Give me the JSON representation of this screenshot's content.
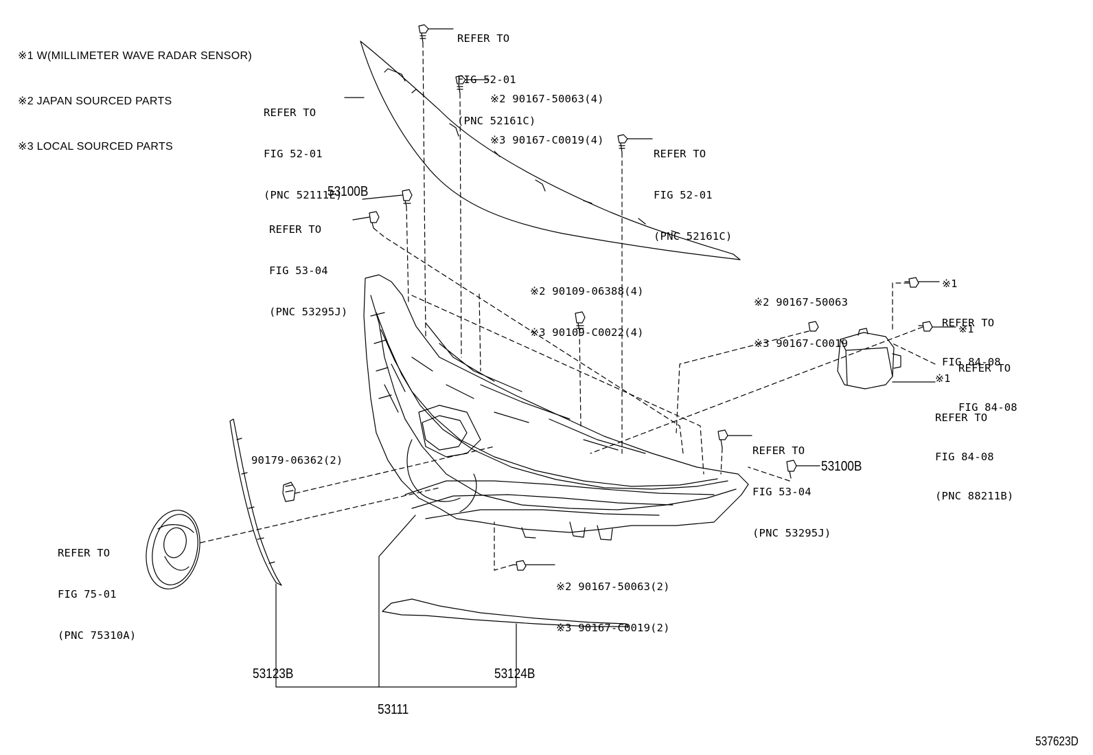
{
  "notes": [
    "※1 W(MILLIMETER WAVE RADAR SENSOR)",
    "※2 JAPAN SOURCED PARTS",
    "※3 LOCAL SOURCED PARTS"
  ],
  "callouts": {
    "ref_top": [
      "REFER TO",
      "FIG 52-01",
      "(PNC 52161C)"
    ],
    "screw_top": [
      "※2 90167-50063(4)",
      "※3 90167-C0019(4)"
    ],
    "ref_left_top": [
      "REFER TO",
      "FIG 52-01",
      "(PNC 52111E)"
    ],
    "ref_right_top": [
      "REFER TO",
      "FIG 52-01",
      "(PNC 52161C)"
    ],
    "part_53100b_top": "53100B",
    "ref_left_mid": [
      "REFER TO",
      "FIG 53-04",
      "(PNC 53295J)"
    ],
    "screw_mid": [
      "※2 90109-06388(4)",
      "※3 90109-C0022(4)"
    ],
    "screw_right": [
      "※2 90167-50063",
      "※3 90167-C0019"
    ],
    "ref_radar_1": [
      "※1",
      "REFER TO",
      "FIG 84-08"
    ],
    "ref_radar_2": [
      "※1",
      "REFER TO",
      "FIG 84-08"
    ],
    "ref_radar_3": [
      "※1",
      "REFER TO",
      "FIG 84-08",
      "(PNC 88211B)"
    ],
    "ref_right_mid": [
      "REFER TO",
      "FIG 53-04",
      "(PNC 53295J)"
    ],
    "part_53100b_bottom": "53100B",
    "clip_left": "90179-06362(2)",
    "ref_emblem": [
      "REFER TO",
      "FIG 75-01",
      "(PNC 75310A)"
    ],
    "screw_bottom": [
      "※2 90167-50063(2)",
      "※3 90167-C0019(2)"
    ],
    "part_53123b": "53123B",
    "part_53124b": "53124B",
    "part_53111": "53111"
  },
  "figure_id": "537623D"
}
